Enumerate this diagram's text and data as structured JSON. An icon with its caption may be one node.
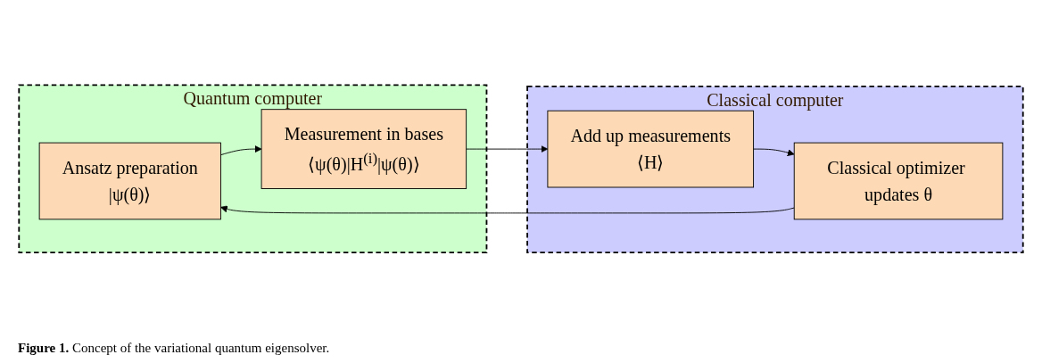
{
  "diagram": {
    "caption": "**Figure 1.** Concept of the variational quantum eigensolver.",
    "nodes": [
      {
        "text": [
          "Quantum computer"
        ]
      },
      {
        "text": [
          "Ansatz preparation",
          "|ψ(θ)⟩"
        ],
        "in": 0
      },
      {
        "text": [
          "Measurement in bases",
          "⟨ψ(θ)|H$^{(i)}$|ψ(θ)⟩"
        ],
        "in": 0
      },
      {
        "text": [
          "Classical computer"
        ]
      },
      {
        "text": [
          "Add up measurements",
          "⟨H⟩"
        ],
        "in": 3
      },
      {
        "text": [
          "Classical optimizer updates θ"
        ],
        "in": 3
      }
    ],
    "edges": [
      {
        "from": 1,
        "to": 2,
        "arrow": "to"
      },
      {
        "from": 2,
        "to": 4,
        "arrow": "to"
      },
      {
        "from": 4,
        "to": 5,
        "arrow": "to"
      },
      {
        "from": 5,
        "to": 1,
        "arrow": "to"
      }
    ]
  }
}
